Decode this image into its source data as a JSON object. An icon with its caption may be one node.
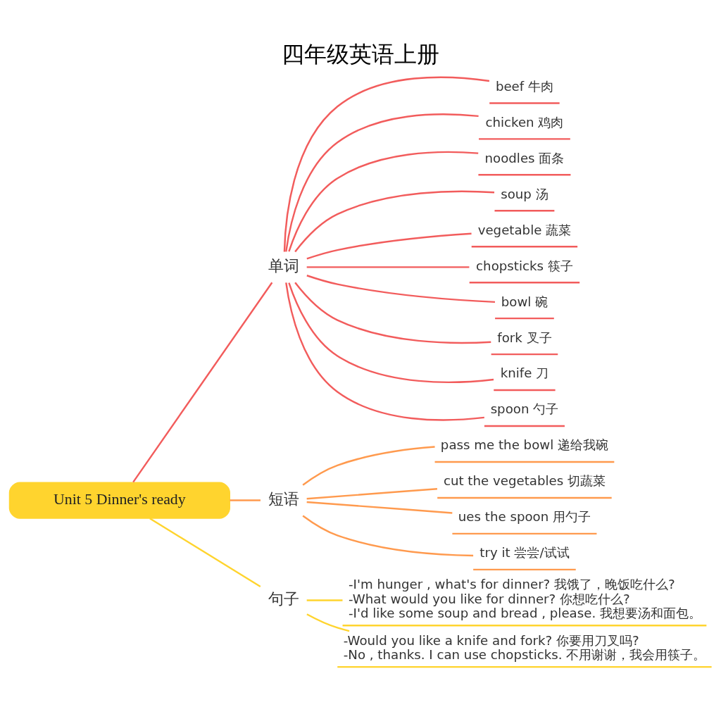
{
  "diagram": {
    "title": "四年级英语上册",
    "nodes": [
      {
        "text": [
          "Unit 5 Dinner's ready"
        ]
      },
      {
        "text": [
          "单词"
        ]
      },
      {
        "text": [
          "beef 牛肉"
        ]
      },
      {
        "text": [
          "chicken 鸡肉"
        ]
      },
      {
        "text": [
          "noodles 面条"
        ]
      },
      {
        "text": [
          "soup 汤"
        ]
      },
      {
        "text": [
          "vegetable 蔬菜"
        ]
      },
      {
        "text": [
          "chopsticks 筷子"
        ]
      },
      {
        "text": [
          "bowl 碗"
        ]
      },
      {
        "text": [
          "fork 叉子"
        ]
      },
      {
        "text": [
          "knife 刀"
        ]
      },
      {
        "text": [
          "spoon 勺子"
        ]
      },
      {
        "text": [
          "短语"
        ]
      },
      {
        "text": [
          "pass me the bowl 递给我碗"
        ]
      },
      {
        "text": [
          "cut the vegetables 切蔬菜"
        ]
      },
      {
        "text": [
          "ues the spoon 用勺子"
        ]
      },
      {
        "text": [
          "try it 尝尝/试试"
        ]
      },
      {
        "text": [
          "句子"
        ]
      },
      {
        "text": [
          "-I'm hunger , what's for dinner? 我饿了，晚饭吃什么? -What would you like for dinner? 你想吃什么? -I'd like some soup and bread , please. 我想要汤和面包。"
        ]
      },
      {
        "text": [
          "-Would you like a knife and fork? 你要用刀叉吗? -No , thanks. I can use chopsticks. 不用谢谢，我会用筷子。"
        ]
      }
    ],
    "edges": [
      {
        "from": 0,
        "to": 1,
        "arrow": "none"
      },
      {
        "from": 1,
        "to": 2,
        "arrow": "none"
      },
      {
        "from": 1,
        "to": 3,
        "arrow": "none"
      },
      {
        "from": 1,
        "to": 4,
        "arrow": "none"
      },
      {
        "from": 1,
        "to": 5,
        "arrow": "none"
      },
      {
        "from": 1,
        "to": 6,
        "arrow": "none"
      },
      {
        "from": 1,
        "to": 7,
        "arrow": "none"
      },
      {
        "from": 1,
        "to": 8,
        "arrow": "none"
      },
      {
        "from": 1,
        "to": 9,
        "arrow": "none"
      },
      {
        "from": 1,
        "to": 10,
        "arrow": "none"
      },
      {
        "from": 1,
        "to": 11,
        "arrow": "none"
      },
      {
        "from": 0,
        "to": 12,
        "arrow": "none",
        "color": "#ff9a4e"
      },
      {
        "from": 12,
        "to": 13,
        "arrow": "none",
        "color": "#ff9a4e"
      },
      {
        "from": 12,
        "to": 14,
        "arrow": "none",
        "color": "#ff9a4e"
      },
      {
        "from": 12,
        "to": 15,
        "arrow": "none",
        "color": "#ff9a4e"
      },
      {
        "from": 12,
        "to": 16,
        "arrow": "none",
        "color": "#ff9a4e"
      },
      {
        "from": 0,
        "to": 17,
        "arrow": "none",
        "color": "#ffd42e"
      },
      {
        "from": 17,
        "to": 18,
        "arrow": "none",
        "color": "#ffd42e"
      },
      {
        "from": 17,
        "to": 19,
        "arrow": "none",
        "color": "#ffd42e"
      }
    ]
  }
}
